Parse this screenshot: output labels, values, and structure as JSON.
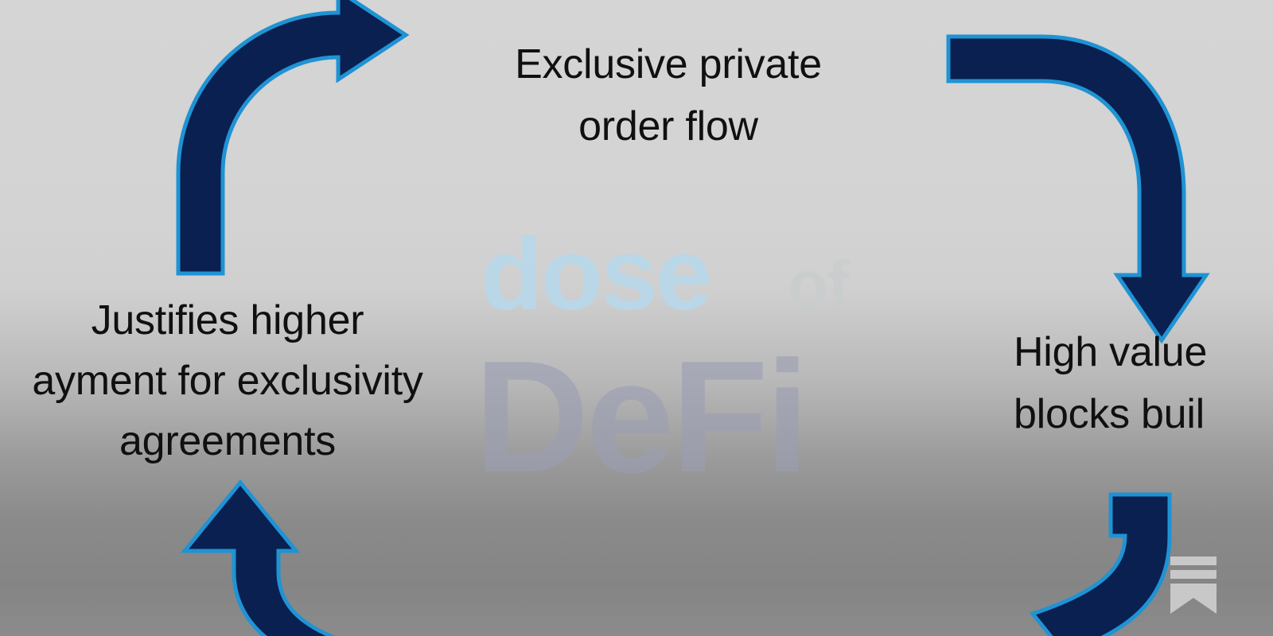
{
  "background": {
    "gradient_top": "#d5d5d5",
    "gradient_bottom": "#868686"
  },
  "watermark": {
    "word_1": "dose",
    "word_2": "of",
    "word_3": "DeFi",
    "color_1": "#b9d8ea",
    "color_2": "#c9cdcd",
    "color_3": "#9ba0b3"
  },
  "diagram": {
    "type": "cycle",
    "arrow_color": "#0a2050",
    "arrow_edge_color": "#1a9ad6",
    "labels": {
      "top": [
        "Exclusive private",
        "order flow"
      ],
      "right": [
        "High value",
        "blocks buil"
      ],
      "left": [
        "Justifies higher",
        "ayment for exclusivity",
        "agreements"
      ]
    },
    "arrows": [
      {
        "name": "arrow-top-left",
        "direction": "curves up and right"
      },
      {
        "name": "arrow-top-right",
        "direction": "curves right and down"
      },
      {
        "name": "arrow-bottom-right",
        "direction": "curves down and left"
      },
      {
        "name": "arrow-bottom-left",
        "direction": "curves left and up"
      }
    ]
  },
  "branding": {
    "logo_name": "substack-logo",
    "logo_color": "#c5c5c5"
  }
}
